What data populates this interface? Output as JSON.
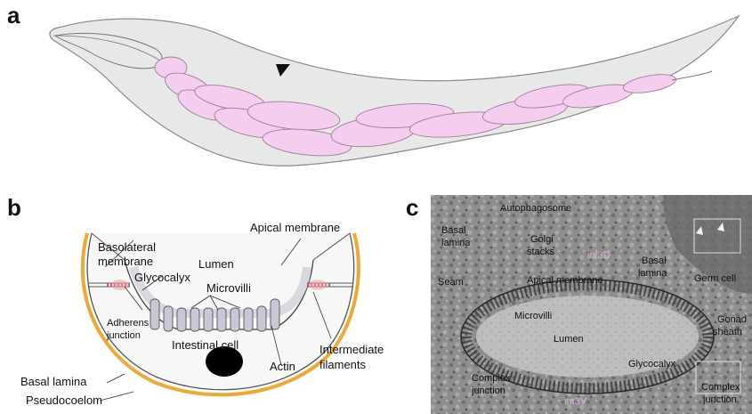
{
  "panels": {
    "a": "a",
    "b": "b",
    "c": "c"
  },
  "diagram_b": {
    "basolateral_membrane": [
      "Basolateral",
      "membrane"
    ],
    "apical_membrane": "Apical membrane",
    "lumen": "Lumen",
    "glycocalyx": "Glycocalyx",
    "microvilli": "Microvilli",
    "adherens_junction": [
      "Adherens",
      "junction"
    ],
    "intestinal_cell": "Intestinal cell",
    "actin": "Actin",
    "intermediate_filaments": [
      "Intermediate",
      "filaments"
    ],
    "basal_lamina": "Basal lamina",
    "pseudocoelom": "Pseudocoelom"
  },
  "micrograph_c": {
    "autophagosome": "Autophagosome",
    "basal_lamina_left": [
      "Basal",
      "lamina"
    ],
    "golgi_stacks": [
      "Golgi",
      "stacks"
    ],
    "int_top": "int3D",
    "basal_lamina_right": [
      "Basal",
      "lamina"
    ],
    "germ_cell": "Germ cell",
    "seam": "Seam",
    "apical_membrane": "Apical membrane",
    "microvilli": "Microvilli",
    "lumen": "Lumen",
    "gonad_sheath": [
      "Gonad",
      "sheath"
    ],
    "glycocalyx": "Glycocalyx",
    "complex_junction_left": [
      "Complex",
      "junction"
    ],
    "int_bottom": "int3V",
    "complex_junction_right": [
      "Complex",
      "junction"
    ]
  },
  "colors": {
    "worm_body": "#e6e6e6",
    "intestine_fill": "#f3cdef",
    "basal_lamina": "#f0a830",
    "microvilli": "#c8c8d4",
    "nucleus": "#000000",
    "em_background": "#8c8c8c"
  }
}
